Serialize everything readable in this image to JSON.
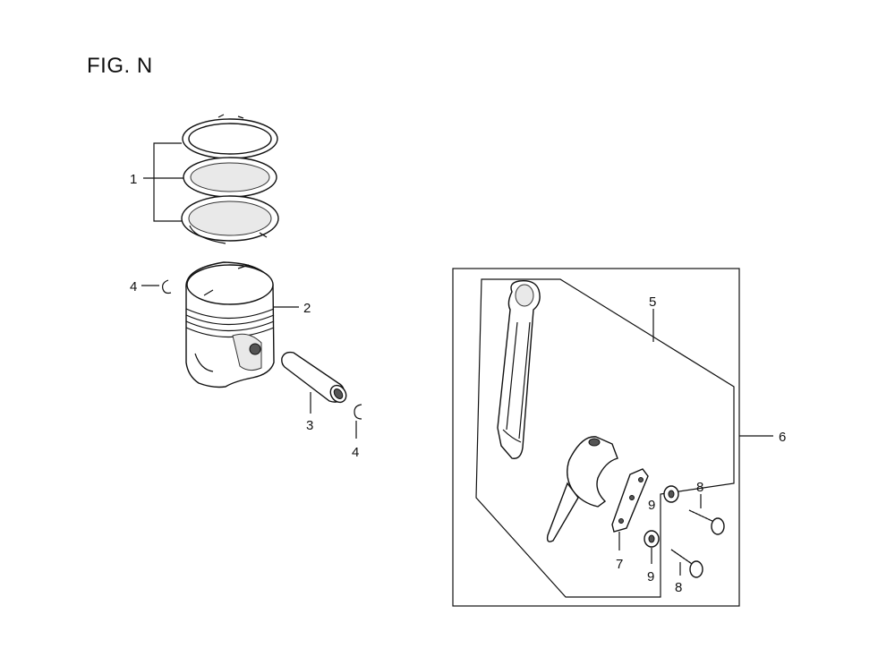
{
  "figure": {
    "title": "FIG. N"
  },
  "callouts": {
    "piston_rings": "1",
    "piston": "2",
    "piston_pin": "3",
    "pin_clip_left": "4",
    "pin_clip_right": "4",
    "connecting_rod": "5",
    "rod_assembly": "6",
    "lock_plate": "7",
    "bolt_upper": "8",
    "bolt_lower": "8",
    "washer_upper": "9",
    "washer_lower": "9"
  }
}
